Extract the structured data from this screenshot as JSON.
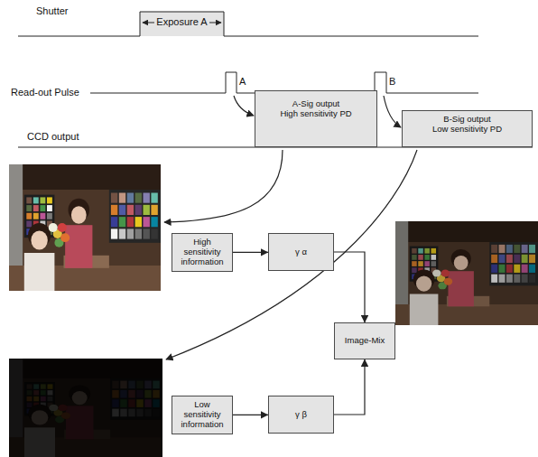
{
  "diagram": {
    "nodes": [
      {
        "text": [
          "A-Sig output",
          "High sensitivity PD"
        ]
      },
      {
        "text": [
          "B-Sig output",
          "Low sensitivity PD"
        ]
      },
      {
        "text": [
          "High sensitivity information"
        ]
      },
      {
        "text": [
          "γ α"
        ]
      },
      {
        "text": [
          "Image-Mix"
        ]
      },
      {
        "text": [
          "Low sensitivity information"
        ]
      },
      {
        "text": [
          "γ β"
        ]
      }
    ],
    "edges": [
      {
        "from": 2,
        "to": 3,
        "arrow": "to"
      },
      {
        "from": 3,
        "to": 4,
        "arrow": "to"
      },
      {
        "from": 5,
        "to": 6,
        "arrow": "to"
      },
      {
        "from": 6,
        "to": 4,
        "arrow": "to"
      }
    ],
    "labels": [
      "Shutter",
      "Exposure A",
      "Read-out Pulse",
      "CCD output",
      "A",
      "B"
    ]
  }
}
